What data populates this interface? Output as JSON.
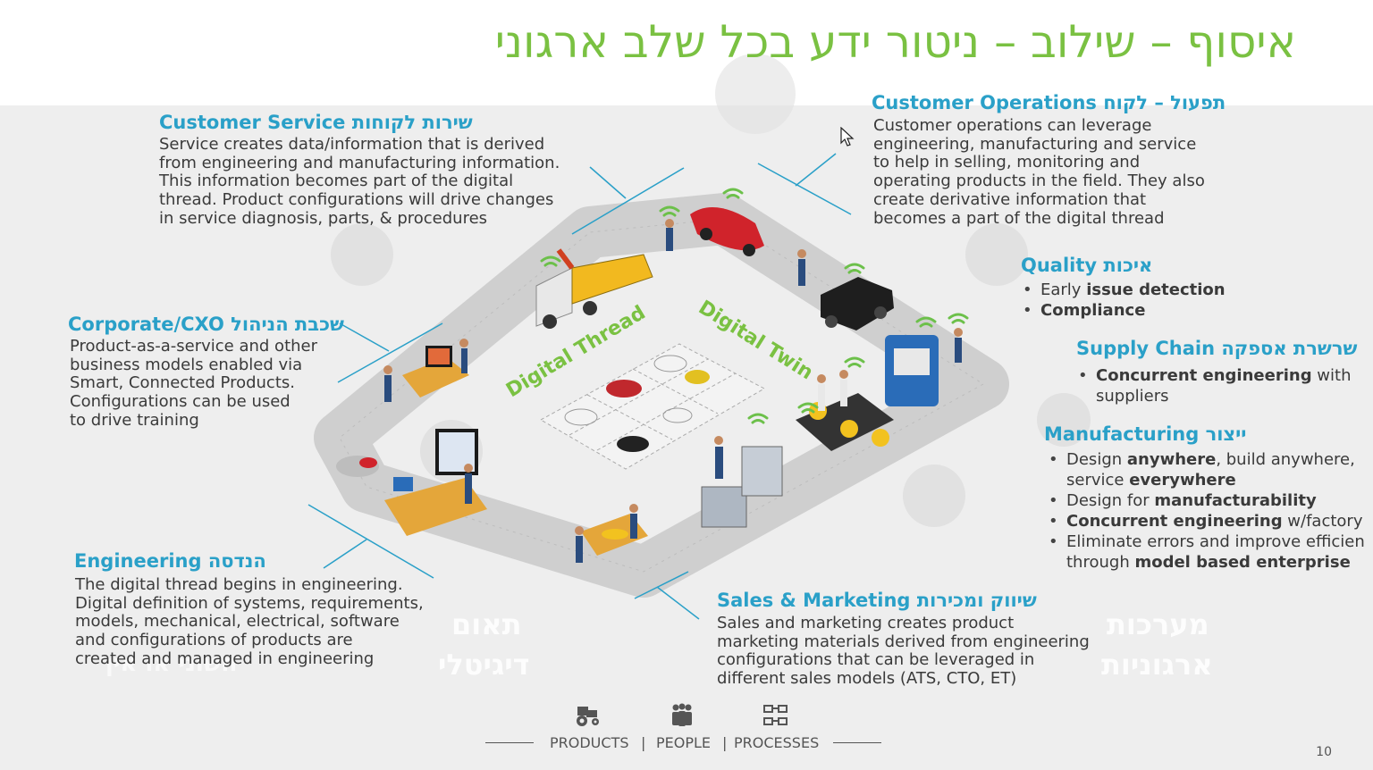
{
  "title": "איסוף – שילוב – ניטור ידע בכל שלב ארגוני",
  "sections": {
    "customer_service": {
      "heading": "Customer Service שירות לקוחות",
      "lines": [
        "Service creates data/information that is derived",
        "from engineering and manufacturing information.",
        "This information becomes part of the digital",
        "thread. Product configurations will drive changes",
        "in service diagnosis, parts, & procedures"
      ]
    },
    "customer_operations": {
      "heading": "Customer Operations תפעול – לקוח",
      "lines": [
        "Customer operations can leverage",
        "engineering, manufacturing and service",
        "to help in selling, monitoring and",
        "operating products in the field. They also",
        "create derivative information that",
        "becomes a part of the digital thread"
      ]
    },
    "corporate": {
      "heading": "Corporate/CXO שכבת הניהול",
      "lines": [
        "Product-as-a-service and other",
        "business models enabled via",
        "Smart, Connected Products.",
        "Configurations can be used",
        "to drive training"
      ]
    },
    "quality": {
      "heading": "Quality איכות",
      "b1_pre": "Early ",
      "b1_bold": "issue detection",
      "b2_bold": "Compliance"
    },
    "supply_chain": {
      "heading": "Supply Chain שרשרת אספקה",
      "b1_bold": "Concurrent engineering",
      "b1_post": " with",
      "b1_line2": "suppliers"
    },
    "manufacturing": {
      "heading": "Manufacturing ייצור",
      "b1_pre": "Design ",
      "b1_bold": "anywhere",
      "b1_post": ", build anywhere,",
      "b1_line2_pre": "service ",
      "b1_line2_bold": "everywhere",
      "b2_pre": "Design for ",
      "b2_bold": "manufacturability",
      "b3_bold": "Concurrent engineering",
      "b3_post": " w/factory",
      "b4_pre": "Eliminate errors and improve efficien",
      "b4_line2_pre": "through ",
      "b4_line2_bold": "model  based enterprise"
    },
    "engineering": {
      "heading": "Engineering הנדסה",
      "lines": [
        "The digital thread begins in engineering.",
        "Digital definition of systems, requirements,",
        "models, mechanical, electrical, software",
        "and configurations of products are",
        "created and managed in engineering"
      ]
    },
    "sales": {
      "heading": "Sales & Marketing שיווק ומכירות",
      "lines": [
        "Sales and marketing creates product",
        "marketing materials derived from engineering",
        "configurations that can be leveraged in",
        "different sales models (ATS, CTO, ET)"
      ]
    }
  },
  "diagram": {
    "digital_thread_label": "Digital Thread",
    "digital_twin_label": "Digital Twin"
  },
  "background_words": {
    "w1a": "תאום",
    "w1b": "דיגיטלי",
    "w2a": "מערכות",
    "w2b": "ארגוניות",
    "w3": "חשוני או אין"
  },
  "footer": {
    "products": "PRODUCTS",
    "people": "PEOPLE",
    "processes": "PROCESSES",
    "sep": "|"
  },
  "page_number": "10",
  "colors": {
    "title_green": "#7ac142",
    "heading_blue": "#2aa0c8",
    "wifi_green": "#6cc04a",
    "road_gray": "#c9c9c9"
  },
  "icons": [
    "tractor-icon",
    "people-icon",
    "processes-icon",
    "wifi-icon",
    "cursor-icon"
  ]
}
